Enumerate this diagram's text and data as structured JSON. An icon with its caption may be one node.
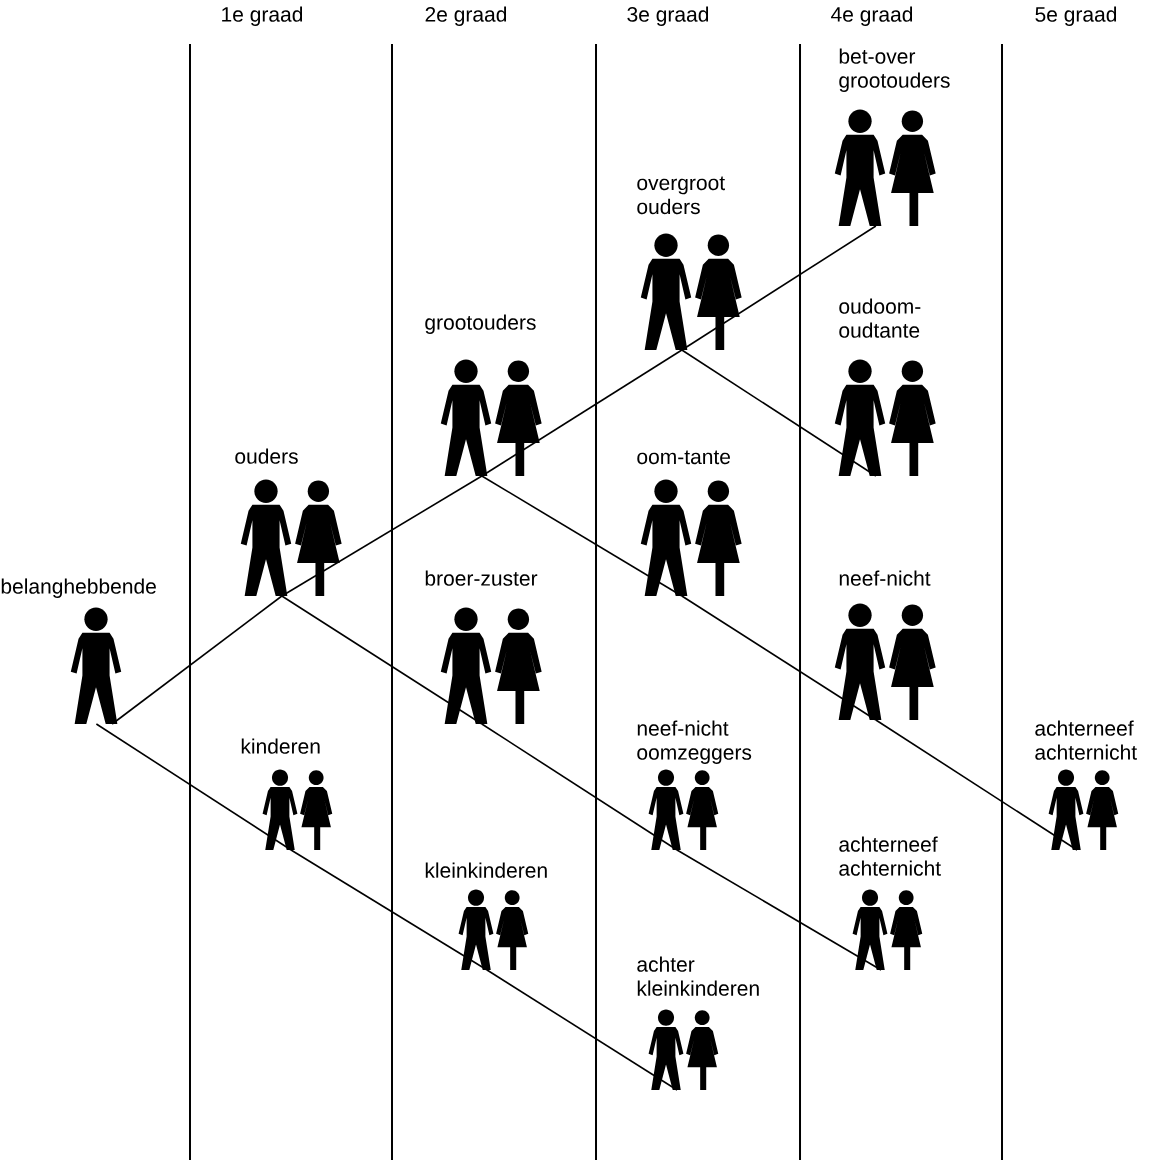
{
  "diagram": {
    "nodes": [
      {
        "text": [
          "belanghebbende"
        ]
      },
      {
        "text": [
          "ouders"
        ]
      },
      {
        "text": [
          "kinderen"
        ]
      },
      {
        "text": [
          "grootouders"
        ]
      },
      {
        "text": [
          "broer-zuster"
        ]
      },
      {
        "text": [
          "kleinkinderen"
        ]
      },
      {
        "text": [
          "overgroot ouders"
        ]
      },
      {
        "text": [
          "oom-tante"
        ]
      },
      {
        "text": [
          "neef-nicht oomzeggers"
        ]
      },
      {
        "text": [
          "achter kleinkinderen"
        ]
      },
      {
        "text": [
          "bet-over grootouders"
        ]
      },
      {
        "text": [
          "oudoom-oudtante"
        ]
      },
      {
        "text": [
          "neef-nicht"
        ]
      },
      {
        "text": [
          "achterneef achternicht"
        ]
      },
      {
        "text": [
          "achterneef achternicht"
        ]
      }
    ],
    "edges": [
      {
        "from": 0,
        "to": 1,
        "arrow": "none"
      },
      {
        "from": 1,
        "to": 3,
        "arrow": "none"
      },
      {
        "from": 3,
        "to": 6,
        "arrow": "none"
      },
      {
        "from": 6,
        "to": 10,
        "arrow": "none"
      },
      {
        "from": 1,
        "to": 4,
        "arrow": "none"
      },
      {
        "from": 4,
        "to": 8,
        "arrow": "none"
      },
      {
        "from": 8,
        "to": 13,
        "arrow": "none"
      },
      {
        "from": 3,
        "to": 7,
        "arrow": "none"
      },
      {
        "from": 7,
        "to": 12,
        "arrow": "none"
      },
      {
        "from": 12,
        "to": 14,
        "arrow": "none"
      },
      {
        "from": 6,
        "to": 11,
        "arrow": "none"
      },
      {
        "from": 0,
        "to": 2,
        "arrow": "none"
      },
      {
        "from": 2,
        "to": 5,
        "arrow": "none"
      },
      {
        "from": 5,
        "to": 9,
        "arrow": "none"
      }
    ],
    "labels": [
      "1e graad",
      "2e graad",
      "3e graad",
      "4e graad",
      "5e graad"
    ]
  }
}
